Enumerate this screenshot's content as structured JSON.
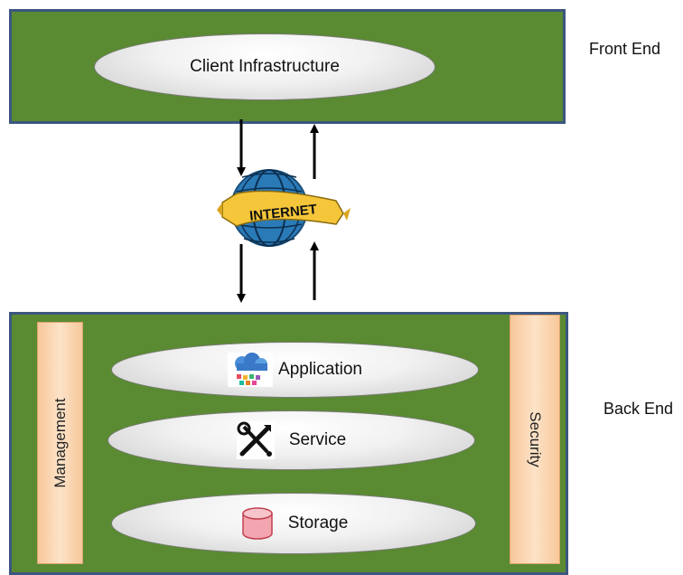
{
  "front_end": {
    "label": "Front End",
    "client_infrastructure": "Client Infrastructure"
  },
  "internet": {
    "label": "INTERNET"
  },
  "back_end": {
    "label": "Back End",
    "management": "Management",
    "security": "Security",
    "layers": {
      "application": {
        "label": "Application",
        "icon": "cloud-app-icon"
      },
      "service": {
        "label": "Service",
        "icon": "tools-icon"
      },
      "storage": {
        "label": "Storage",
        "icon": "database-icon"
      }
    }
  },
  "colors": {
    "panel_green": "#5a8a32",
    "panel_border": "#3c5680",
    "side_bar_orange": "#f7c79a",
    "globe_blue": "#2a7ab8",
    "banner_yellow": "#f5c63a",
    "db_pink": "#f3a6b0"
  }
}
